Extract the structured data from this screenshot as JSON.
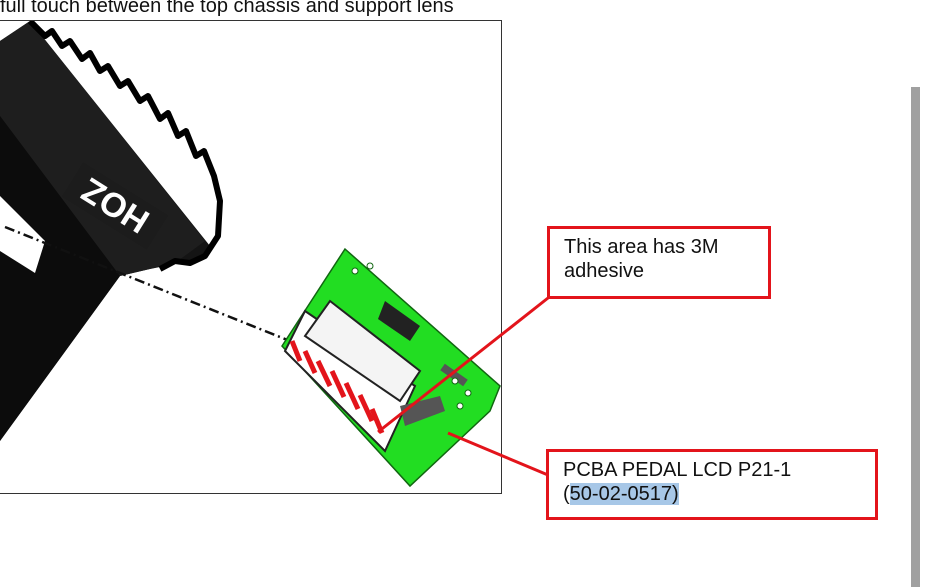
{
  "caption": {
    "text": "full touch between the top chassis and support lens"
  },
  "figure": {
    "chassis_marking": "HOZ"
  },
  "callouts": {
    "adhesive": {
      "text": "This area has 3M adhesive"
    },
    "pcba": {
      "line1": "PCBA PEDAL LCD P21-1",
      "paren_open": "(",
      "part_number": "50-02-0517)"
    }
  },
  "colors": {
    "callout_border": "#e3141b",
    "pcb_green": "#22dd22",
    "highlight": "#a7c7e7"
  }
}
